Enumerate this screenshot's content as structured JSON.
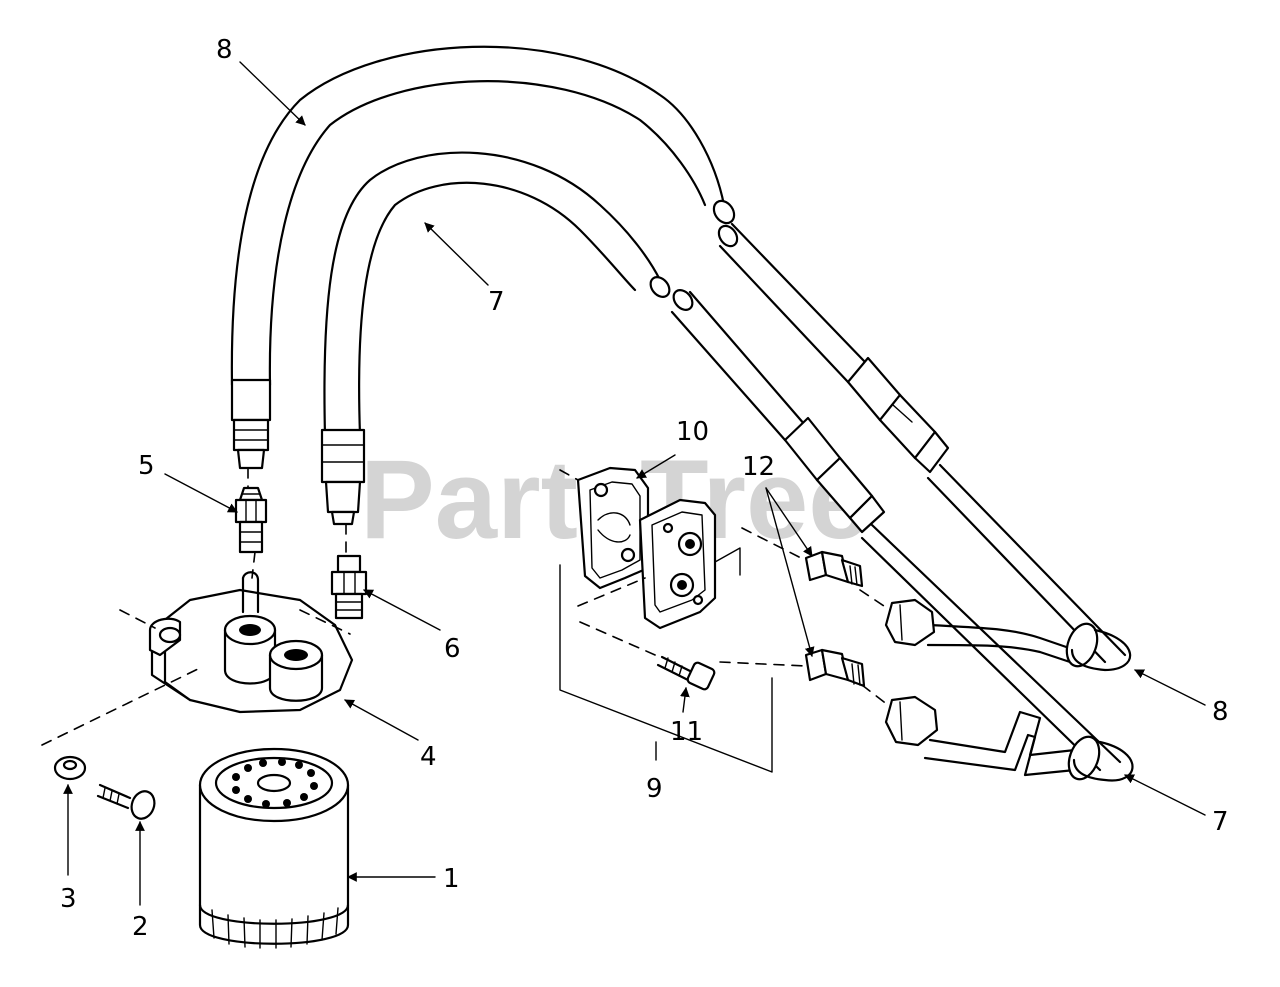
{
  "watermark": "PartsTree",
  "callouts": {
    "c1": "1",
    "c2": "2",
    "c3": "3",
    "c4": "4",
    "c5": "5",
    "c6": "6",
    "c7_top": "7",
    "c7_right": "7",
    "c8_top": "8",
    "c8_right": "8",
    "c9": "9",
    "c10": "10",
    "c11": "11",
    "c12": "12"
  },
  "colors": {
    "ink": "#000000",
    "paper": "#ffffff",
    "watermark": "#d4d4d4"
  }
}
